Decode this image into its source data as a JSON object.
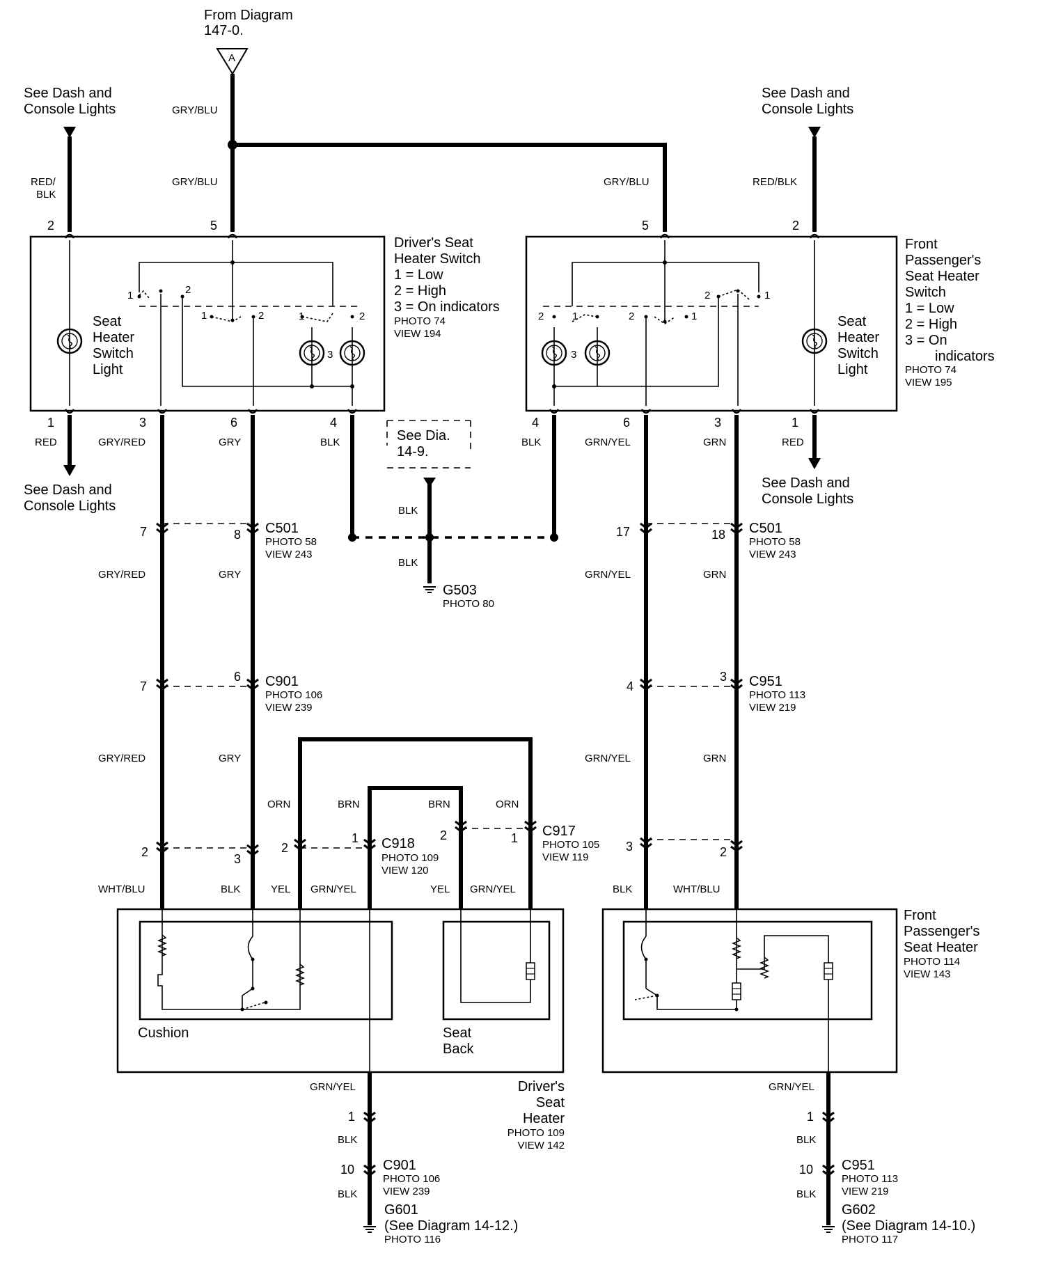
{
  "source": {
    "line1": "From Diagram",
    "line2": "147-0.",
    "marker": "A"
  },
  "refs": {
    "dash_top_left": [
      "See Dash and",
      "Console Lights"
    ],
    "dash_top_right": [
      "See Dash and",
      "Console Lights"
    ],
    "dash_bot_left": [
      "See Dash and",
      "Console Lights"
    ],
    "dash_bot_right": [
      "See Dash and",
      "Console Lights"
    ],
    "see_dia": [
      "See Dia.",
      "14-9."
    ]
  },
  "wires": {
    "gry_blu": "GRY/BLU",
    "red_blk_left": [
      "RED/",
      "BLK"
    ],
    "red_blk_right": "RED/BLK",
    "red": "RED",
    "gry_red": "GRY/RED",
    "gry": "GRY",
    "blk": "BLK",
    "grn_yel": "GRN/YEL",
    "grn": "GRN",
    "orn": "ORN",
    "brn": "BRN",
    "yel": "YEL",
    "wht_blu": "WHT/BLU"
  },
  "driver_switch": {
    "title": [
      "Driver's Seat",
      "Heater Switch"
    ],
    "legend": [
      "1 = Low",
      "2 = High",
      "3 = On indicators"
    ],
    "photo": "PHOTO 74",
    "view": "VIEW 194",
    "light": [
      "Seat",
      "Heater",
      "Switch",
      "Light"
    ]
  },
  "pass_switch": {
    "title": [
      "Front",
      "Passenger's",
      "Seat Heater",
      "Switch"
    ],
    "legend": [
      "1 = Low",
      "2 = High",
      "3 = On",
      "indicators"
    ],
    "photo": "PHOTO 74",
    "view": "VIEW 195",
    "light": [
      "Seat",
      "Heater",
      "Switch",
      "Light"
    ]
  },
  "connectors": {
    "c501_left": {
      "name": "C501",
      "photo": "PHOTO 58",
      "view": "VIEW 243"
    },
    "c501_right": {
      "name": "C501",
      "photo": "PHOTO 58",
      "view": "VIEW 243"
    },
    "c901_top": {
      "name": "C901",
      "photo": "PHOTO 106",
      "view": "VIEW 239"
    },
    "c951_top": {
      "name": "C951",
      "photo": "PHOTO 113",
      "view": "VIEW 219"
    },
    "c918": {
      "name": "C918",
      "photo": "PHOTO 109",
      "view": "VIEW 120"
    },
    "c917": {
      "name": "C917",
      "photo": "PHOTO 105",
      "view": "VIEW 119"
    },
    "c901_bot": {
      "name": "C901",
      "photo": "PHOTO 106",
      "view": "VIEW 239"
    },
    "c951_bot": {
      "name": "C951",
      "photo": "PHOTO 113",
      "view": "VIEW 219"
    }
  },
  "grounds": {
    "g503": {
      "name": "G503",
      "photo": "PHOTO 80"
    },
    "g601": {
      "name": "G601",
      "ref": "(See Diagram 14-12.)",
      "photo": "PHOTO 116"
    },
    "g602": {
      "name": "G602",
      "ref": "(See Diagram 14-10.)",
      "photo": "PHOTO 117"
    }
  },
  "driver_heater": {
    "title": [
      "Driver's",
      "Seat",
      "Heater"
    ],
    "photo": "PHOTO 109",
    "view": "VIEW 142",
    "cushion": "Cushion",
    "seat_back": [
      "Seat",
      "Back"
    ]
  },
  "pass_heater": {
    "title": [
      "Front",
      "Passenger's",
      "Seat Heater"
    ],
    "photo": "PHOTO 114",
    "view": "VIEW 143"
  },
  "pins": {
    "n1": "1",
    "n2": "2",
    "n3": "3",
    "n4": "4",
    "n5": "5",
    "n6": "6",
    "n7": "7",
    "n8": "8",
    "n10": "10",
    "n17": "17",
    "n18": "18"
  }
}
